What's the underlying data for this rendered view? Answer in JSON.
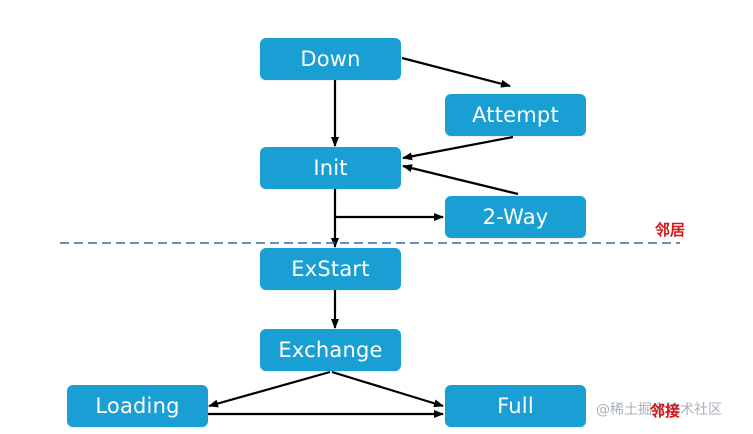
{
  "diagram": {
    "states": {
      "down": "Down",
      "attempt": "Attempt",
      "init": "Init",
      "two_way": "2-Way",
      "exstart": "ExStart",
      "exchange": "Exchange",
      "loading": "Loading",
      "full": "Full"
    },
    "region_labels": {
      "neighbor": "邻居",
      "adjacency": "邻接"
    },
    "transitions": [
      [
        "Down",
        "Init"
      ],
      [
        "Down",
        "Attempt"
      ],
      [
        "Attempt",
        "Init"
      ],
      [
        "2-Way",
        "Init"
      ],
      [
        "Init",
        "2-Way"
      ],
      [
        "Init",
        "ExStart"
      ],
      [
        "ExStart",
        "Exchange"
      ],
      [
        "Exchange",
        "Loading"
      ],
      [
        "Exchange",
        "Full"
      ],
      [
        "Loading",
        "Full"
      ]
    ],
    "colors": {
      "node_fill": "#1a9fd4",
      "node_text": "#ffffff",
      "arrow": "#000000",
      "divider": "#2f6fa8",
      "region_label": "#d4141b"
    }
  },
  "watermark": "@稀土掘金技术社区"
}
